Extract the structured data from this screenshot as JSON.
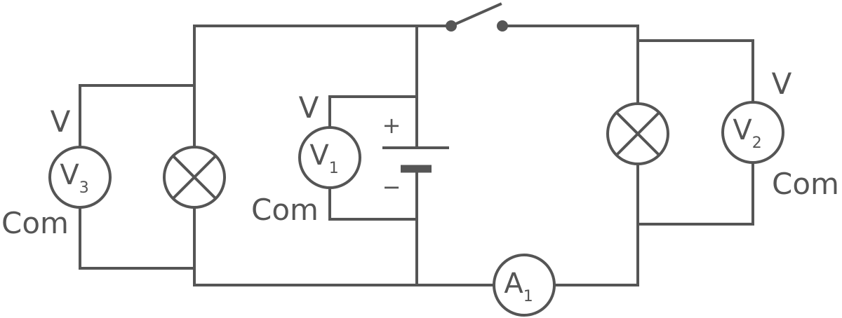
{
  "colors": {
    "stroke": "#555555",
    "background": "#ffffff"
  },
  "meters": {
    "v3": {
      "letter": "V",
      "index": "3",
      "terminal_v": "V",
      "terminal_com": "Com"
    },
    "v1": {
      "letter": "V",
      "index": "1",
      "terminal_v": "V",
      "terminal_com": "Com"
    },
    "v2": {
      "letter": "V",
      "index": "2",
      "terminal_v": "V",
      "terminal_com": "Com"
    },
    "a1": {
      "letter": "A",
      "index": "1"
    }
  },
  "battery": {
    "plus": "+",
    "minus": "−"
  }
}
